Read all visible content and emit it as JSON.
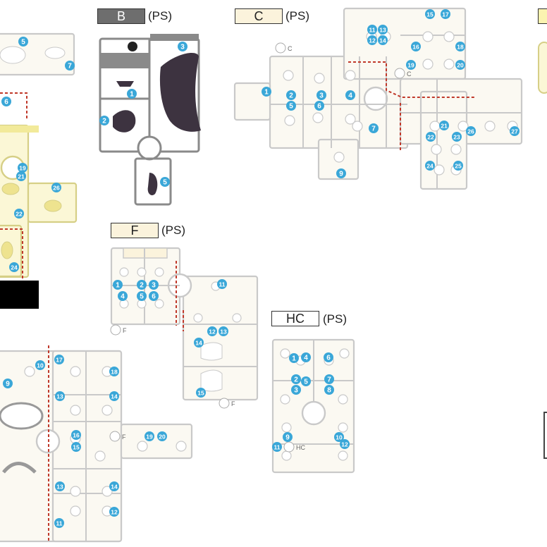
{
  "colors": {
    "runner_stroke": "#c9c9c9",
    "runner_fill": "#fbf9f2",
    "yellow_stroke": "#d6cf86",
    "yellow_fill": "#fbf7d6",
    "b_runner": "#8a8a8a",
    "b_part": "#3d3340",
    "callout": "#3aa7d8",
    "cut_line": "#c0392b",
    "c_label": "#fbf3dc",
    "b_label": "#6e6e6e",
    "f_label": "#fbf3dc",
    "hc_label": "#ffffff"
  },
  "sprues": {
    "B": {
      "letter": "B",
      "material": "(PS)",
      "callouts": [
        "1",
        "2",
        "3",
        "5"
      ],
      "tag": "B"
    },
    "C": {
      "letter": "C",
      "material": "(PS)",
      "callouts": [
        "1",
        "2",
        "3",
        "4",
        "5",
        "6",
        "7",
        "9",
        "11",
        "12",
        "13",
        "14",
        "15",
        "16",
        "17",
        "18",
        "19",
        "20",
        "21",
        "22",
        "23",
        "24",
        "25",
        "26",
        "27"
      ],
      "tag": "C"
    },
    "F": {
      "letter": "F",
      "material": "(PS)",
      "callouts": [
        "1",
        "2",
        "3",
        "4",
        "5",
        "6",
        "11",
        "12",
        "13",
        "14",
        "15"
      ],
      "tag": "F"
    },
    "HC": {
      "letter": "HC",
      "material": "(PS)",
      "callouts": [
        "1",
        "2",
        "3",
        "4",
        "5",
        "6",
        "7",
        "8",
        "9",
        "10",
        "11",
        "12"
      ],
      "tag": "HC"
    },
    "left_top": {
      "callouts": [
        "5",
        "6",
        "7",
        "19",
        "21",
        "22",
        "24",
        "26"
      ]
    },
    "left_bottom": {
      "callouts": [
        "9",
        "10",
        "11",
        "12",
        "13",
        "14",
        "15",
        "16",
        "17",
        "18",
        "19",
        "20"
      ]
    }
  }
}
